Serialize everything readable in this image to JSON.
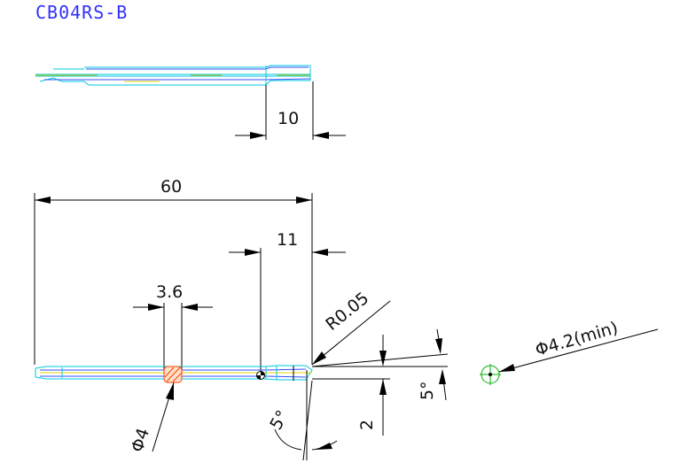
{
  "title": "CB04RS-B",
  "dimensions": {
    "top_length": "10",
    "overall_length": "60",
    "tip_offset": "11",
    "width_36": "3.6",
    "radius": "R0.05",
    "angle_upper": "5°",
    "angle_lower": "5°",
    "thickness": "2",
    "dia_4": "Φ4",
    "dia_min": "Φ4.2(min)"
  },
  "colors": {
    "title": "#3030ff",
    "outline": "#00c8e0",
    "hidden": "#3050ff",
    "center": "#e8d000",
    "hatch": "#ff4000",
    "circle": "#00b000"
  }
}
